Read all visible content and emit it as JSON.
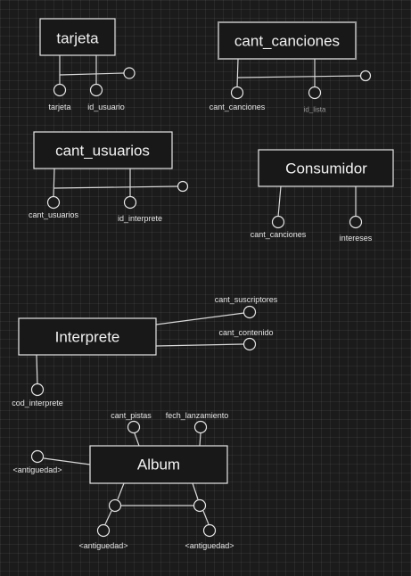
{
  "entities": {
    "tarjeta": "tarjeta",
    "cant_canciones": "cant_canciones",
    "cant_usuarios": "cant_usuarios",
    "consumidor": "Consumidor",
    "interprete": "Interprete",
    "album": "Album"
  },
  "attributes": {
    "tarjeta_tarjeta": "tarjeta",
    "tarjeta_id_usuario": "id_usuario",
    "cant_canciones_cant_canciones": "cant_canciones",
    "cant_canciones_id_lista": "id_lista",
    "cant_usuarios_cant_usuarios": "cant_usuarios",
    "cant_usuarios_id_interprete": "id_interprete",
    "consumidor_cant_canciones": "cant_canciones",
    "consumidor_intereses": "intereses",
    "interprete_cant_suscriptores": "cant_suscriptores",
    "interprete_cant_contenido": "cant_contenido",
    "interprete_cod_interprete": "cod_interprete",
    "album_cant_pistas": "cant_pistas",
    "album_fech_lanzamiento": "fech_lanzamiento",
    "album_antiguedad_left": "<antiguedad>",
    "album_antiguedad_bottom_left": "<antiguedad>",
    "album_antiguedad_bottom_right": "<antiguedad>"
  }
}
